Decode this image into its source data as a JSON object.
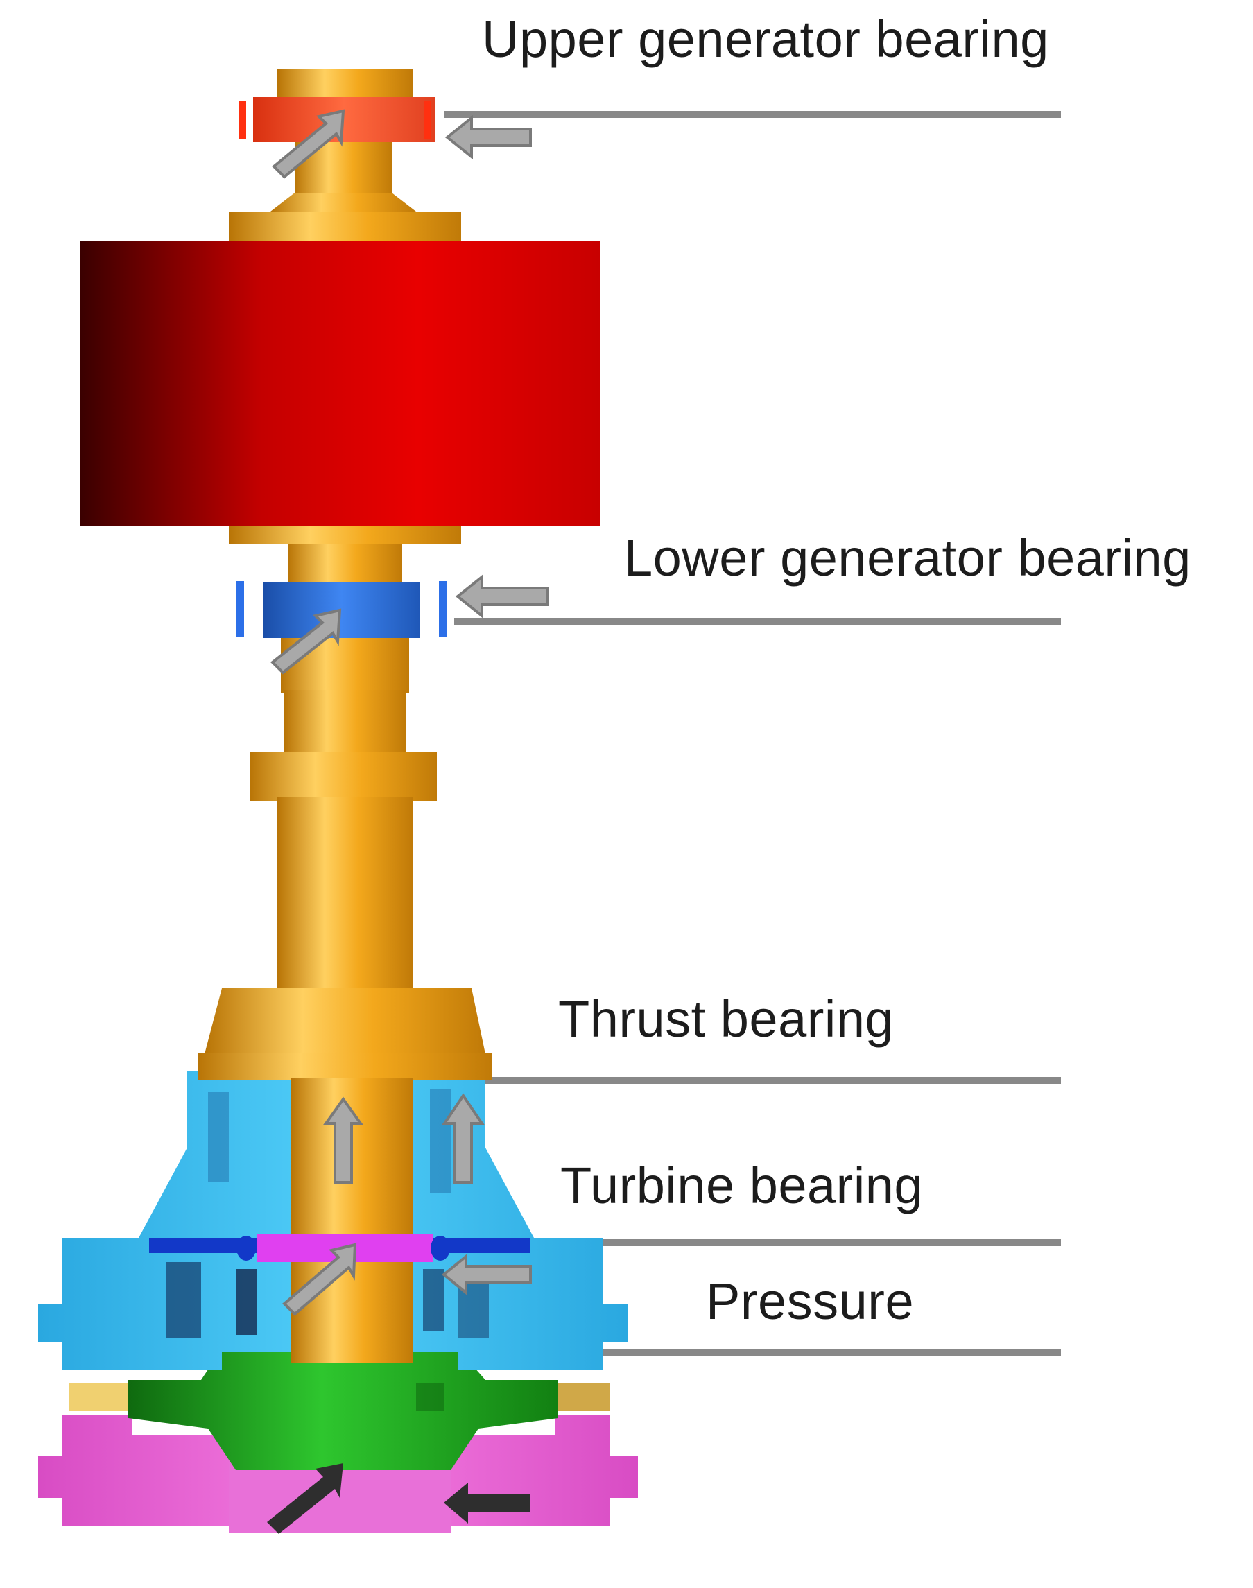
{
  "labels": {
    "upper_generator_bearing": "Upper generator bearing",
    "lower_generator_bearing": "Lower generator bearing",
    "thrust_bearing": "Thrust bearing",
    "turbine_bearing": "Turbine bearing",
    "pressure": "Pressure"
  },
  "colors": {
    "shaft": "#f0a418",
    "generator_rotor": "#e00000",
    "upper_bearing": "#ff4422",
    "lower_bearing": "#2c6fe8",
    "housing": "#33bcf0",
    "runner": "#1fa81f",
    "turbine_base": "#f06ad8",
    "turbine_bearing_ring": "#e040f0",
    "arrow_gray": "#a9a9a9",
    "arrow_dark": "#2e2e2e",
    "leader_line": "#888888"
  }
}
